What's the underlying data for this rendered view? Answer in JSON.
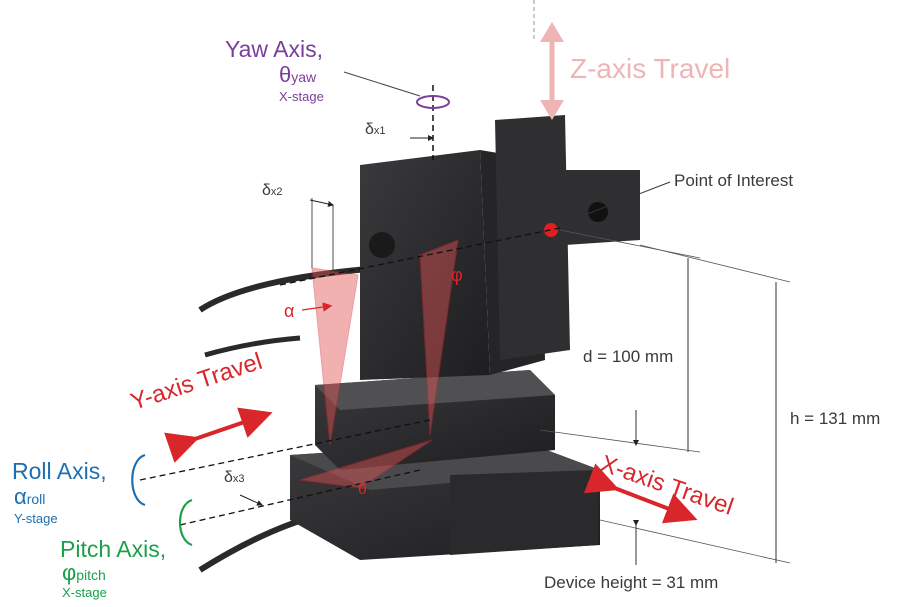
{
  "colors": {
    "yaw": "#7a3e9d",
    "roll": "#1f6fb0",
    "pitch": "#1aa14a",
    "travel": "#d8262b",
    "z_travel": "#efb4b4",
    "annotation": "#3a3a3a",
    "stage_body": "#2b2b2d",
    "highlight_plane": "#e25555"
  },
  "yaw": {
    "title": "Yaw Axis,",
    "symbol": "θ",
    "sub": "yaw",
    "stage": "X-stage"
  },
  "roll": {
    "title": "Roll Axis,",
    "symbol": "α",
    "sub": "roll",
    "stage": "Y-stage"
  },
  "pitch": {
    "title": "Pitch Axis,",
    "symbol": "φ",
    "sub": "pitch",
    "stage": "X-stage"
  },
  "travel": {
    "z": "Z-axis Travel",
    "y": "Y-axis Travel",
    "x": "X-axis Travel"
  },
  "offsets": {
    "dx1": {
      "sym": "δ",
      "sub": "x1"
    },
    "dx2": {
      "sym": "δ",
      "sub": "x2"
    },
    "dx3": {
      "sym": "δ",
      "sub": "x3"
    }
  },
  "angles": {
    "alpha": "α",
    "theta": "θ",
    "phi": "φ"
  },
  "point_of_interest": "Point of Interest",
  "dimensions": {
    "d": "d = 100 mm",
    "h": "h = 131 mm",
    "device_height": "Device height = 31 mm"
  }
}
